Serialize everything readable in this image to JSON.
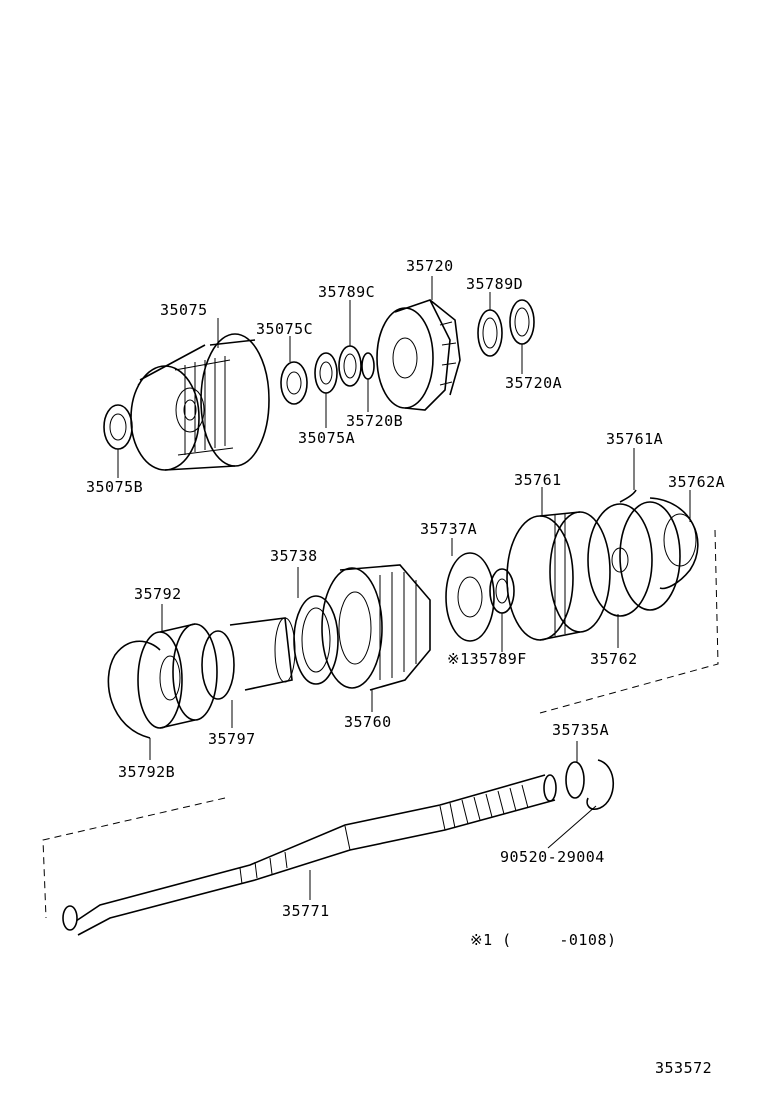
{
  "parts": {
    "p35720": "35720",
    "p35789D": "35789D",
    "p35075": "35075",
    "p35789C": "35789C",
    "p35075C": "35075C",
    "p35720A": "35720A",
    "p35720B": "35720B",
    "p35075A": "35075A",
    "p35075B": "35075B",
    "p35761A": "35761A",
    "p35761": "35761",
    "p35762A": "35762A",
    "p35737A": "35737A",
    "p35738": "35738",
    "p35792": "35792",
    "p135789F": "※135789F",
    "p35762": "35762",
    "p35760": "35760",
    "p35797": "35797",
    "p35792B": "35792B",
    "p35735A": "35735A",
    "p90520": "90520-29004",
    "p35771": "35771"
  },
  "footnote": "※1 (     -0108)",
  "diagram_number": "353572"
}
